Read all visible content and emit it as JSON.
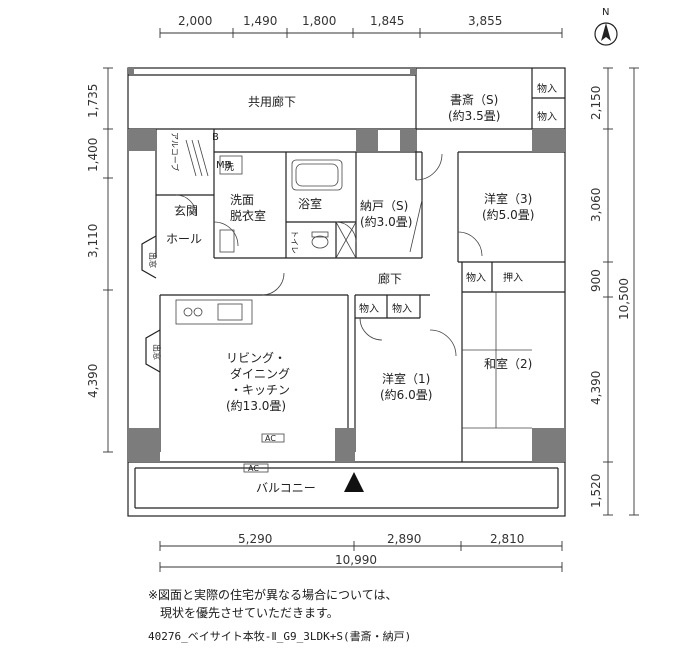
{
  "north_label": "N",
  "top_dims": [
    "2,000",
    "1,490",
    "1,800",
    "1,845",
    "3,855"
  ],
  "bottom_dims": [
    "5,290",
    "2,890",
    "2,810"
  ],
  "bottom_total": "10,990",
  "left_dims": [
    "1,735",
    "1,400",
    "3,110",
    "4,390"
  ],
  "right_dims": [
    "2,150",
    "3,060",
    "900",
    "4,390",
    "1,520"
  ],
  "right_total": "10,500",
  "rooms": {
    "corridor_common": "共用廊下",
    "study": "書斎（S)",
    "study_size": "(約3.5畳)",
    "closet": "物入",
    "closet_storage": "押入",
    "alcove": "アルコーブ",
    "b_label": "B",
    "mb_label": "MB",
    "wash": "洗",
    "washroom_1": "洗面",
    "washroom_2": "脱衣室",
    "bath": "浴室",
    "toilet": "トイレ",
    "genkan": "玄関",
    "hall": "ホール",
    "storage": "納戸（S)",
    "storage_size": "(約3.0畳)",
    "western3": "洋室（3)",
    "western3_size": "(約5.0畳)",
    "hallway": "廊下",
    "ldk_1": "リビング・",
    "ldk_2": "ダイニング",
    "ldk_3": "・キッチン",
    "ldk_size": "(約13.0畳)",
    "western1": "洋室（1)",
    "western1_size": "(約6.0畳)",
    "japanese2": "和室（2)",
    "balcony": "バルコニー",
    "ac": "AC",
    "window_label": "出窓"
  },
  "note_line1": "※図面と実際の住宅が異なる場合については、",
  "note_line2": "現状を優先させていただきます。",
  "caption": "40276_ベイサイト本牧-Ⅱ_G9_3LDK+S(書斎・納戸)"
}
